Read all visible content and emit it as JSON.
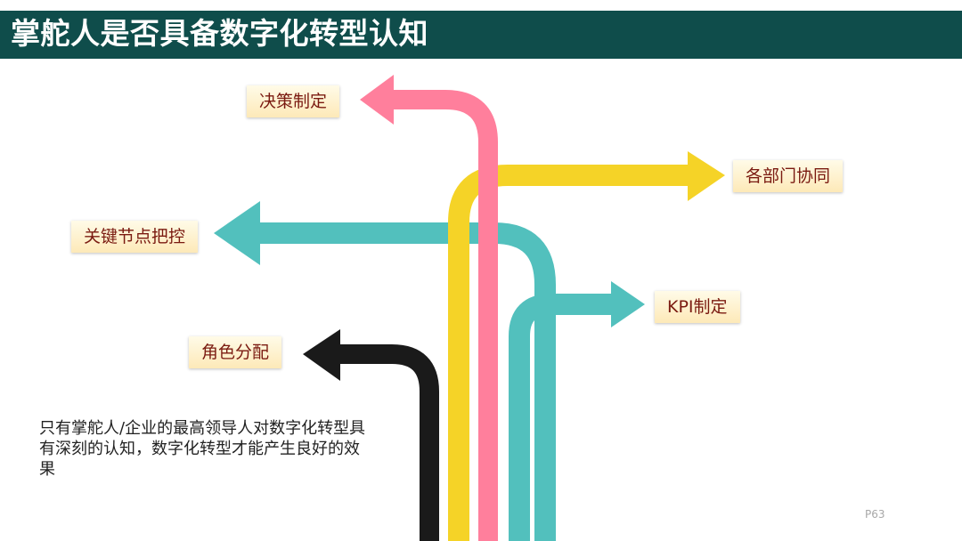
{
  "title": "掌舵人是否具备数字化转型认知",
  "labels": {
    "decision": "决策制定",
    "collaboration": "各部门协同",
    "key_node": "关键节点把控",
    "kpi": "KPI制定",
    "role": "角色分配"
  },
  "note": "只有掌舵人/企业的最高领导人对数字化转型具有深刻的认知，数字化转型才能产生良好的效果",
  "page_number": "P63",
  "colors": {
    "header_bg": "#0f4d4b",
    "pink": "#ff7f9c",
    "yellow": "#f5d327",
    "teal": "#52c0bd",
    "black": "#1a1a1a",
    "label_text": "#7a1a10"
  }
}
